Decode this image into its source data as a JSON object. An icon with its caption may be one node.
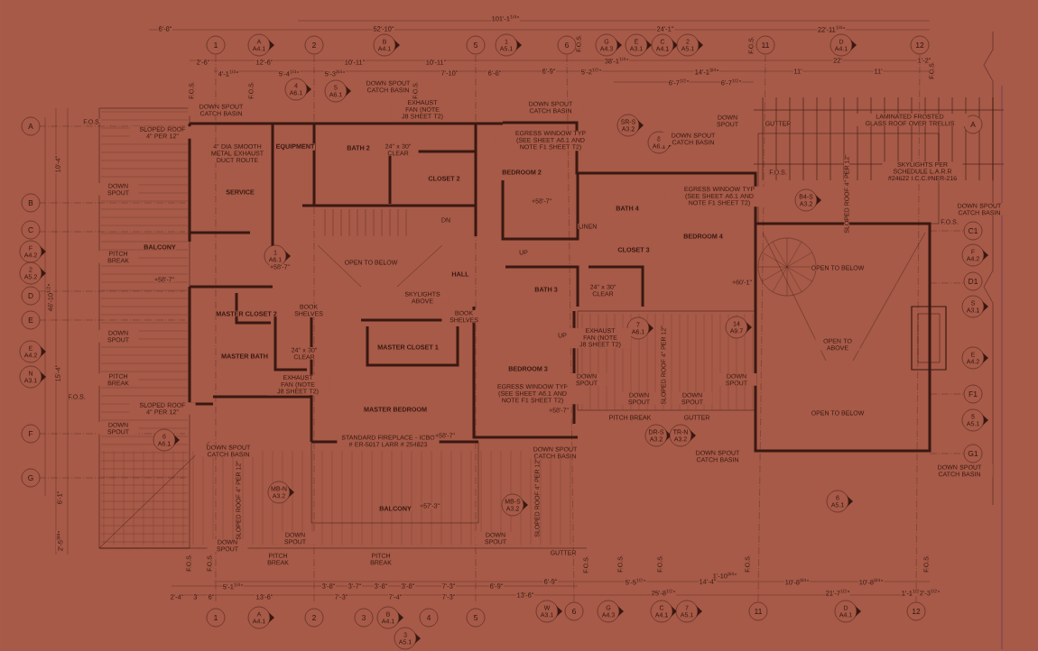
{
  "diagram": {
    "nodes": [
      {
        "text": [
          "1"
        ]
      },
      {
        "text": [
          "A",
          "A4.1"
        ]
      },
      {
        "text": [
          "2"
        ]
      },
      {
        "text": [
          "B",
          "A4.1"
        ]
      },
      {
        "text": [
          "5"
        ]
      },
      {
        "text": [
          "1",
          "A5.1"
        ]
      },
      {
        "text": [
          "6"
        ]
      },
      {
        "text": [
          "G",
          "A4.3"
        ]
      },
      {
        "text": [
          "E",
          "A3.1"
        ]
      },
      {
        "text": [
          "C",
          "A4.1"
        ]
      },
      {
        "text": [
          "2",
          "A5.1"
        ]
      },
      {
        "text": [
          "11"
        ]
      },
      {
        "text": [
          "D",
          "A4.1"
        ]
      },
      {
        "text": [
          "12"
        ]
      },
      {
        "text": [
          "A"
        ]
      },
      {
        "text": [
          "A"
        ]
      },
      {
        "text": [
          "B"
        ]
      },
      {
        "text": [
          "C"
        ]
      },
      {
        "text": [
          "C1"
        ]
      },
      {
        "text": [
          "F",
          "A4.2"
        ]
      },
      {
        "text": [
          "F",
          "A4.2"
        ]
      },
      {
        "text": [
          "2",
          "A5.2"
        ]
      },
      {
        "text": [
          "D"
        ]
      },
      {
        "text": [
          "D1"
        ]
      },
      {
        "text": [
          "S",
          "A3.1"
        ]
      },
      {
        "text": [
          "E"
        ]
      },
      {
        "text": [
          "E",
          "A4.2"
        ]
      },
      {
        "text": [
          "E",
          "A4.2"
        ]
      },
      {
        "text": [
          "N",
          "A3.1"
        ]
      },
      {
        "text": [
          "F1"
        ]
      },
      {
        "text": [
          "5",
          "A5.1"
        ]
      },
      {
        "text": [
          "F"
        ]
      },
      {
        "text": [
          "G1"
        ]
      },
      {
        "text": [
          "G"
        ]
      },
      {
        "text": [
          "4",
          "A6.1"
        ]
      },
      {
        "text": [
          "5",
          "A6.1"
        ]
      },
      {
        "text": [
          "8",
          "A6.1"
        ]
      },
      {
        "text": [
          "SR-S",
          "A3.2"
        ]
      },
      {
        "text": [
          "B4-S",
          "A3.2"
        ]
      },
      {
        "text": [
          "1",
          "A6.1"
        ]
      },
      {
        "text": [
          "7",
          "A6.1"
        ]
      },
      {
        "text": [
          "14",
          "A9.7"
        ]
      },
      {
        "text": [
          "6",
          "A6.1"
        ]
      },
      {
        "text": [
          "MB-N",
          "A3.2"
        ]
      },
      {
        "text": [
          "DR-S",
          "A3.2"
        ]
      },
      {
        "text": [
          "TR-N",
          "A3.2"
        ]
      },
      {
        "text": [
          "MB-S",
          "A3.2"
        ]
      },
      {
        "text": [
          "6",
          "A5.1"
        ]
      },
      {
        "text": [
          "1"
        ]
      },
      {
        "text": [
          "A",
          "A4.1"
        ]
      },
      {
        "text": [
          "2"
        ]
      },
      {
        "text": [
          "3"
        ]
      },
      {
        "text": [
          "B",
          "A4.1"
        ]
      },
      {
        "text": [
          "3",
          "A5.1"
        ]
      },
      {
        "text": [
          "4"
        ]
      },
      {
        "text": [
          "5"
        ]
      },
      {
        "text": [
          "W",
          "A3.1"
        ]
      },
      {
        "text": [
          "6"
        ]
      },
      {
        "text": [
          "G",
          "A4.3"
        ]
      },
      {
        "text": [
          "C",
          "A4.1"
        ]
      },
      {
        "text": [
          "7",
          "A5.1"
        ]
      },
      {
        "text": [
          "11"
        ]
      },
      {
        "text": [
          "D",
          "A4.1"
        ]
      },
      {
        "text": [
          "12"
        ]
      }
    ],
    "labels": [
      "101'-1$^{1/4}$\"",
      "6'-8\"",
      "52'-10\"",
      "24'-1\"",
      "22'-11$^{1/4}$\"",
      "2'-6\"",
      "12'-6\"",
      "10'-11\"",
      "10'-11\"",
      "38'-1$^{1/4}$\"",
      "22'",
      "1'-2\"",
      "4'-1$^{1/4}$\"",
      "5'-4$^{1/4}$\"",
      "5'-3$^{3/4}$\"",
      "7'-10\"",
      "6'-8\"",
      "6'-9\"",
      "5'-2$^{1/2}$\"",
      "14'-1$^{3/4}$\"",
      "11'",
      "11'",
      "6'-7$^{1/2}$\"",
      "6'-7$^{1/2}$\"",
      "F.O.S.",
      "DOWN SPOUT CATCH BASIN",
      "DOWN SPOUT CATCH BASIN",
      "EXHAUST FAN (NOTE J8 SHEET T2)",
      "DOWN SPOUT CATCH BASIN",
      "DOWN SPOUT",
      "GUTTER",
      "LAMINATED FROSTED GLASS ROOF OVER TRELLIS",
      "DOWN SPOUT CATCH BASIN",
      "SLOPED ROOF 4\" PER 12\"",
      "EQUIPMENT",
      "BATH 2",
      "24\" x 30\" CLEAR",
      "EGRESS WINDOW TYP (SEE SHEET A6.1 AND NOTE F1 SHEET T2)",
      "4\" DIA SMOOTH METAL EXHAUST DUCT ROUTE",
      "F.O.S.",
      "SKYLIGHTS PER SCHEDULE L.A.R.R #24622 I.C.C.#NER-216",
      "BEDROOM 2",
      "CLOSET 2",
      "DOWN SPOUT",
      "SERVICE",
      "BATH 4",
      "EGRESS WINDOW TYP (SEE SHEET A6.1 AND NOTE F1 SHEET T2)",
      "DOWN SPOUT CATCH BASIN",
      "+58'-7\"",
      "DN",
      "F.O.S.",
      "LINEN",
      "BEDROOM 4",
      "CLOSET 3",
      "BALCONY",
      "UP",
      "PITCH BREAK",
      "OPEN TO BELOW",
      "+58'-7\"",
      "OPEN TO BELOW",
      "HALL",
      "+58'-7\"",
      "+60'-1\"",
      "BATH 3",
      "24\" x 30\" CLEAR",
      "SKYLIGHTS ABOVE",
      "BOOK SHELVES",
      "BOOK SHELVES",
      "MASTER CLOSET 2",
      "DOWN SPOUT",
      "EXHAUST FAN (NOTE J8 SHEET T2)",
      "UP",
      "OPEN TO ABOVE",
      "MASTER CLOSET 1",
      "24\" x 30\" CLEAR",
      "MASTER BATH",
      "BEDROOM 3",
      "PITCH BREAK",
      "EGRESS WINDOW TYP (SEE SHEET A6.1 AND NOTE F1 SHEET T2)",
      "DOWN SPOUT",
      "DOWN SPOUT",
      "EXHAUST FAN (NOTE J8 SHEET T2)",
      "DOWN SPOUT",
      "DOWN SPOUT",
      "F.O.S.",
      "SLOPED ROOF 4\" PER 12\"",
      "MASTER BEDROOM",
      "+58'-7\"",
      "OPEN TO BELOW",
      "PITCH BREAK",
      "GUTTER",
      "DOWN SPOUT",
      "STANDARD FIREPLACE - ICBO # ER-5017 LARR # 254823",
      "+58'-7\"",
      "DOWN SPOUT CATCH BASIN",
      "DOWN SPOUT CATCH BASIN",
      "DOWN SPOUT CATCH BASIN",
      "DOWN SPOUT CATCH BASIN",
      "BALCONY",
      "+57'-3\"",
      "DOWN SPOUT",
      "DOWN SPOUT",
      "DOWN SPOUT",
      "GUTTER",
      "PITCH BREAK",
      "PITCH BREAK",
      "F.O.S.",
      "F.O.S.",
      "F.O.S.",
      "F.O.S.",
      "F.O.S.",
      "F.O.S.",
      "F.O.S.",
      "1'-10$^{3/4}$\"",
      "5'-1$^{1/4}$\"",
      "3'-8\"",
      "3'-7\"",
      "3'-8\"",
      "3'-8\"",
      "7'-3\"",
      "6'-9\"",
      "6'-9\"",
      "5'-5$^{1/2}$\"",
      "14'-4\"",
      "10'-8$^{3/4}$\"",
      "10'-8$^{3/4}$\"",
      "2'-4\"",
      "3'",
      "6\"",
      "13'-6\"",
      "7'-3\"",
      "7'-4\"",
      "7'-3\"",
      "13'-6\"",
      "25'-8$^{1/2}$\"",
      "21'-7$^{1/2}$\"",
      "1'-1$^{1/2}$\"",
      "2'-3$^{1/2}$\"",
      "46'-10$^{1/2}$\"",
      "10'-4\"",
      "15'-4\"",
      "6'-1\"",
      "2'-5$^{3/4}$\"",
      "F.O.S.",
      "F.O.S.",
      "F.O.S.",
      "F.O.S.",
      "F.O.S.",
      "F.O.S.",
      "SLOPED ROOF 4\" PER 12\"",
      "SLOPED ROOF 4\" PER 12\"",
      "SLOPED ROOF 4\" PER 12\"",
      "SLOPED ROOF 4\" PER 12\""
    ]
  }
}
